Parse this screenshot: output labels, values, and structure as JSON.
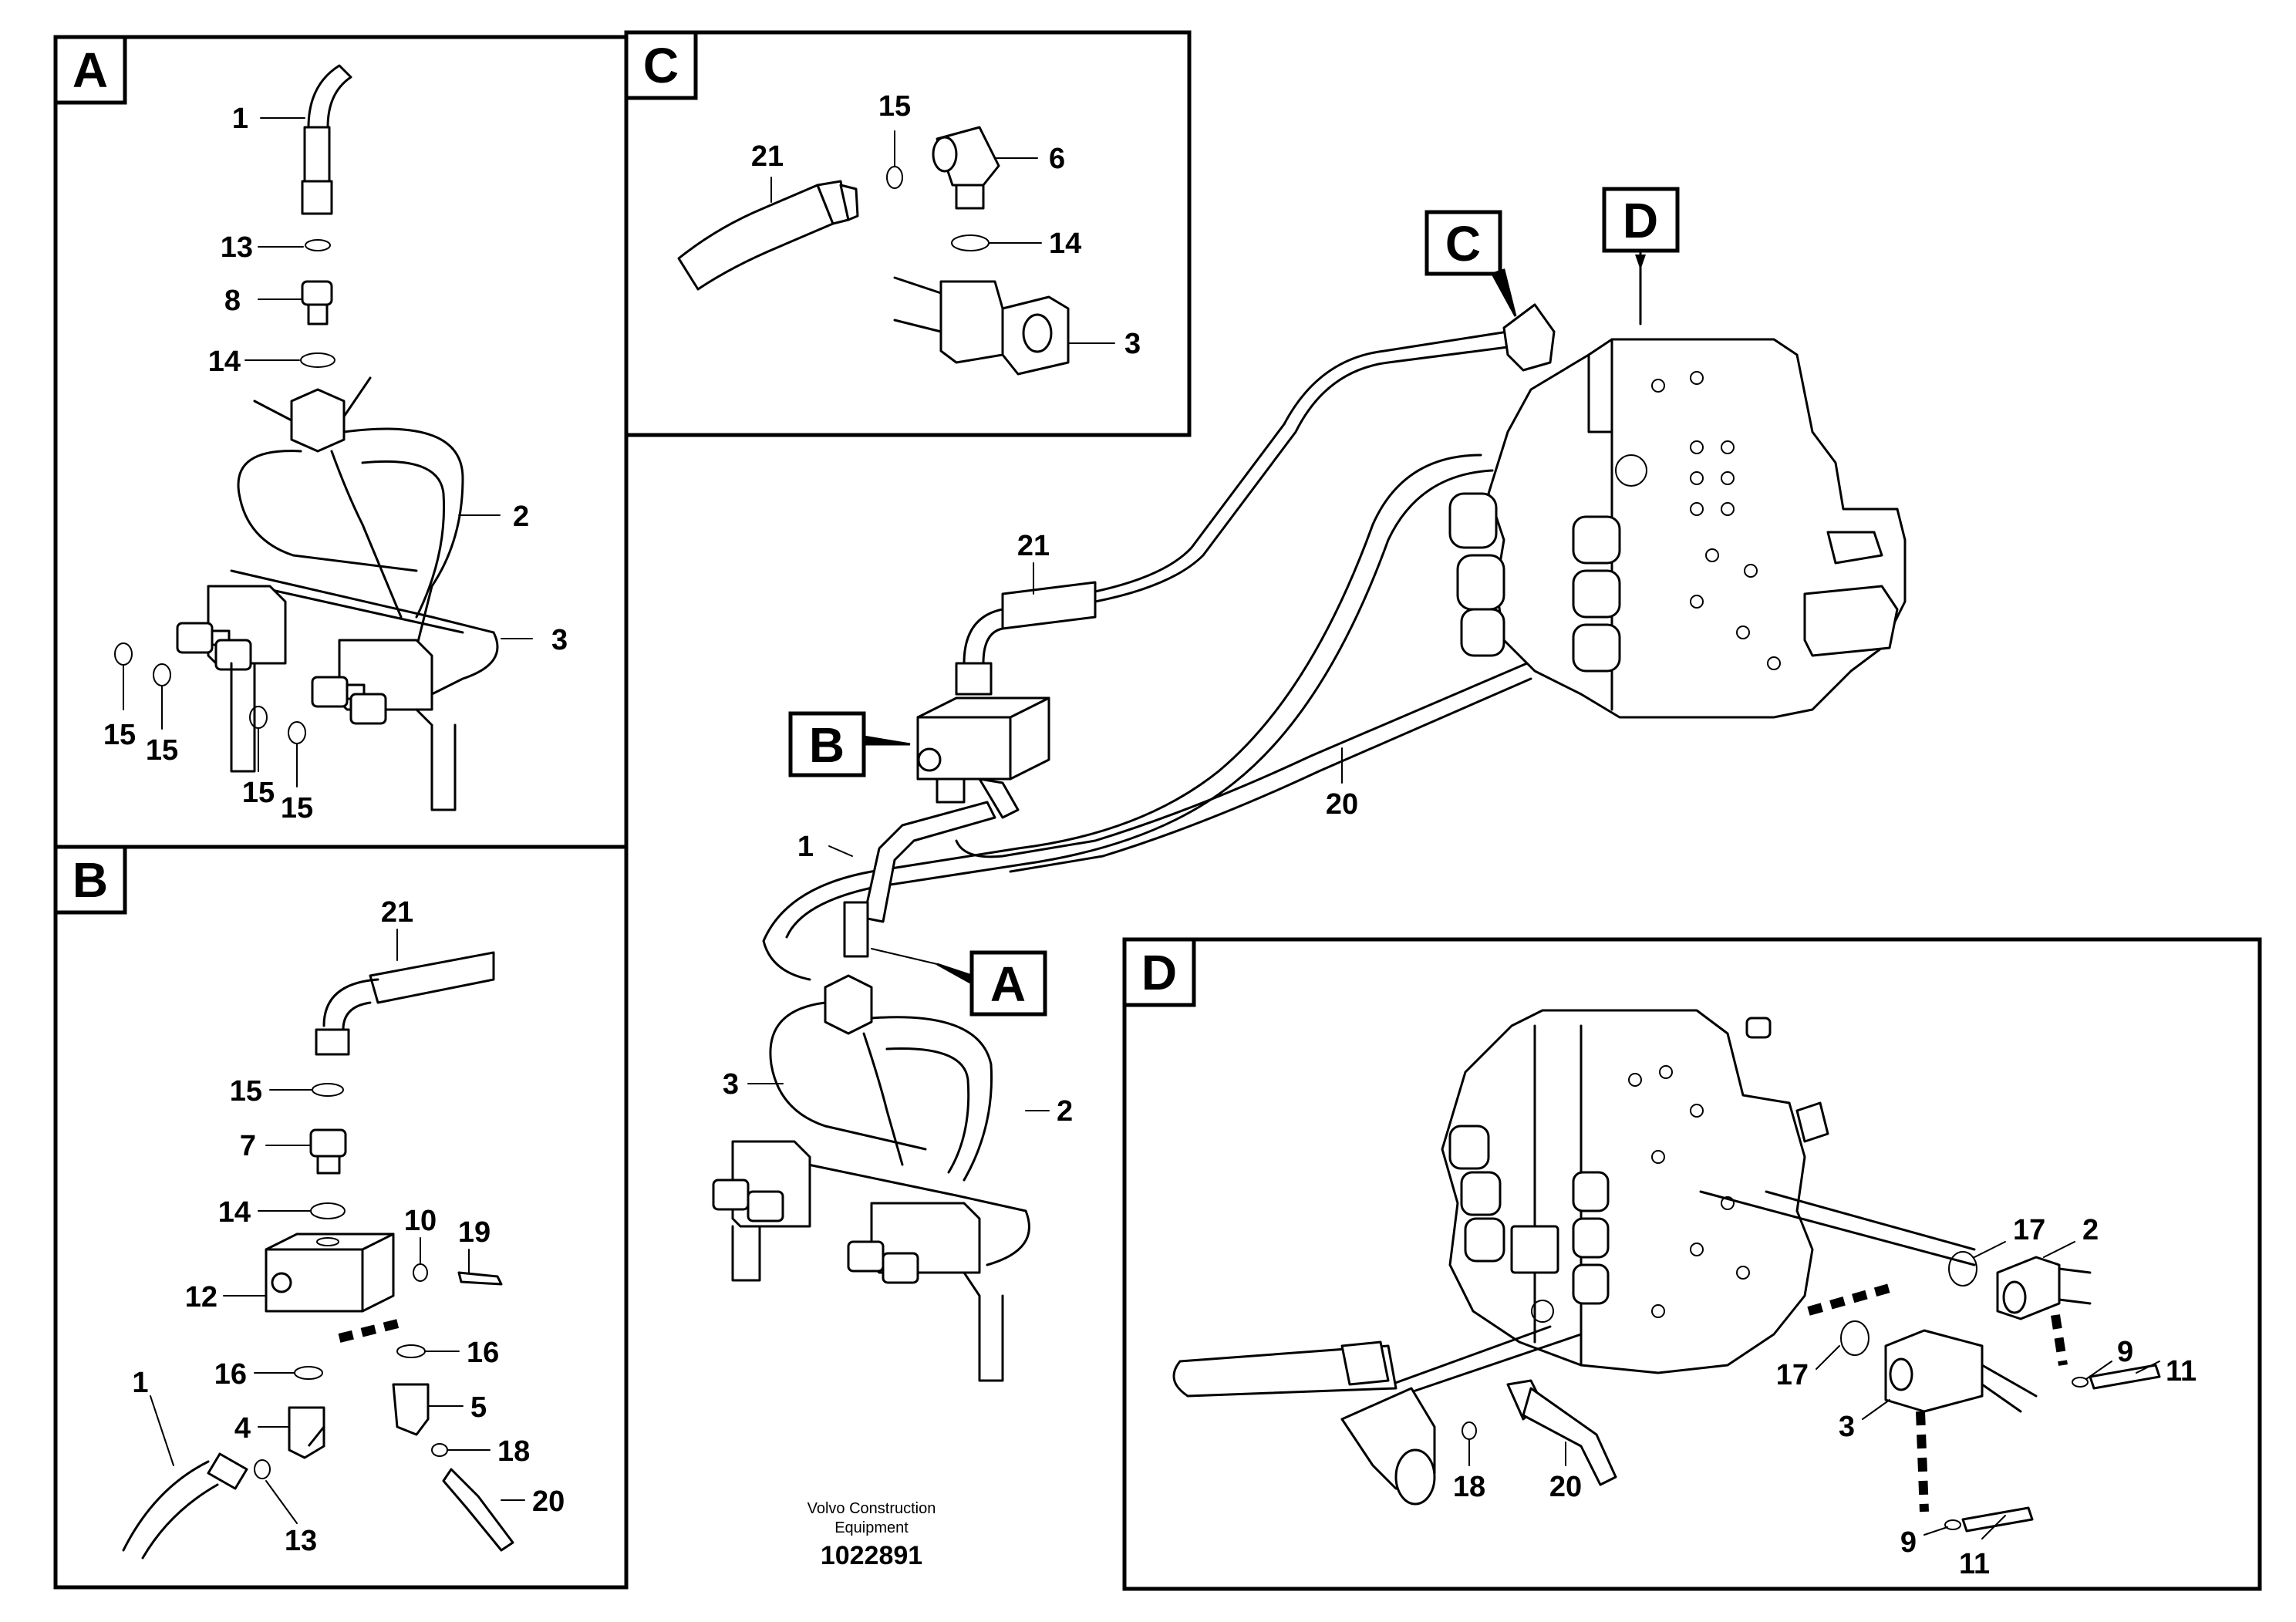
{
  "panels": {
    "a": {
      "label": "A"
    },
    "b": {
      "label": "B"
    },
    "c": {
      "label": "C"
    },
    "d": {
      "label": "D"
    }
  },
  "callouts": {
    "a": [
      "1",
      "13",
      "8",
      "14",
      "2",
      "3",
      "15",
      "15",
      "15",
      "15"
    ],
    "b": [
      "21",
      "15",
      "7",
      "14",
      "10",
      "19",
      "12",
      "16",
      "16",
      "5",
      "18",
      "20",
      "4",
      "1",
      "13"
    ],
    "c": [
      "15",
      "21",
      "6",
      "14",
      "3"
    ],
    "d": [
      "17",
      "2",
      "9",
      "11",
      "17",
      "3",
      "9",
      "11",
      "18",
      "20"
    ],
    "main": [
      "21",
      "1",
      "20",
      "3",
      "2"
    ]
  },
  "pointers": {
    "b": "B",
    "c": "C",
    "d": "D",
    "a": "A"
  },
  "footer": {
    "company_line1": "Volvo Construction",
    "company_line2": "Equipment",
    "doc_number": "1022891"
  }
}
